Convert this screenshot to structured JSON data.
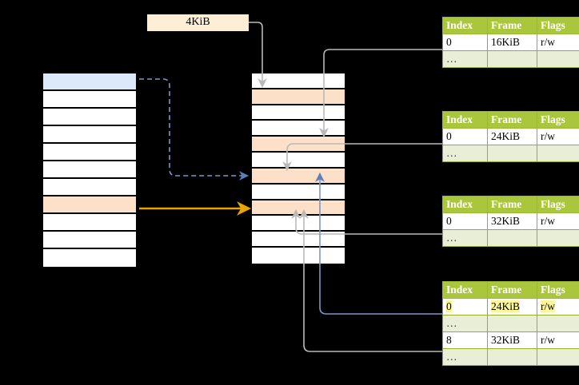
{
  "size_label": {
    "text": "4KiB"
  },
  "colors": {
    "table_header_bg": "#aac63c",
    "table_ellipsis_bg": "#e9efd6",
    "highlight_yellow": "#fbf59b",
    "row_blue": "#dce9fb",
    "row_peach": "#fde0c8",
    "arrow_blue": "#5b7fb9",
    "arrow_orange": "#e8a400",
    "arrow_gray": "#b3b3b3",
    "background": "#000000"
  },
  "virtual_column": {
    "name": "virtual-address-space",
    "rows": [
      {
        "fill": "blue"
      },
      {
        "fill": "white"
      },
      {
        "fill": "white"
      },
      {
        "fill": "white"
      },
      {
        "fill": "white"
      },
      {
        "fill": "white"
      },
      {
        "fill": "white"
      },
      {
        "fill": "peach"
      },
      {
        "fill": "white"
      },
      {
        "fill": "white"
      },
      {
        "fill": "white"
      }
    ]
  },
  "physical_column": {
    "name": "physical-memory",
    "rows": [
      {
        "fill": "white"
      },
      {
        "fill": "peach"
      },
      {
        "fill": "white"
      },
      {
        "fill": "white"
      },
      {
        "fill": "peach"
      },
      {
        "fill": "white"
      },
      {
        "fill": "peach"
      },
      {
        "fill": "white"
      },
      {
        "fill": "peach"
      },
      {
        "fill": "white"
      },
      {
        "fill": "white"
      },
      {
        "fill": "white"
      }
    ]
  },
  "tables": [
    {
      "id": "page-table-1",
      "headers": [
        "Index",
        "Frame",
        "Flags"
      ],
      "rows": [
        {
          "type": "data",
          "cells": [
            "0",
            "16KiB",
            "r/w"
          ],
          "highlight": [
            false,
            false,
            false
          ]
        },
        {
          "type": "ellipsis",
          "cells": [
            "…",
            "",
            ""
          ],
          "highlight": [
            false,
            false,
            false
          ]
        }
      ]
    },
    {
      "id": "page-table-2",
      "headers": [
        "Index",
        "Frame",
        "Flags"
      ],
      "rows": [
        {
          "type": "data",
          "cells": [
            "0",
            "24KiB",
            "r/w"
          ],
          "highlight": [
            false,
            false,
            false
          ]
        },
        {
          "type": "ellipsis",
          "cells": [
            "…",
            "",
            ""
          ],
          "highlight": [
            false,
            false,
            false
          ]
        }
      ]
    },
    {
      "id": "page-table-3",
      "headers": [
        "Index",
        "Frame",
        "Flags"
      ],
      "rows": [
        {
          "type": "data",
          "cells": [
            "0",
            "32KiB",
            "r/w"
          ],
          "highlight": [
            false,
            false,
            false
          ]
        },
        {
          "type": "ellipsis",
          "cells": [
            "…",
            "",
            ""
          ],
          "highlight": [
            false,
            false,
            false
          ]
        }
      ]
    },
    {
      "id": "page-table-4",
      "headers": [
        "Index",
        "Frame",
        "Flags"
      ],
      "rows": [
        {
          "type": "data",
          "cells": [
            "0",
            "24KiB",
            "r/w"
          ],
          "highlight": [
            true,
            true,
            true
          ]
        },
        {
          "type": "ellipsis",
          "cells": [
            "…",
            "",
            ""
          ],
          "highlight": [
            false,
            false,
            false
          ]
        },
        {
          "type": "data",
          "cells": [
            "8",
            "32KiB",
            "r/w"
          ],
          "highlight": [
            false,
            false,
            false
          ]
        },
        {
          "type": "ellipsis",
          "cells": [
            "…",
            "",
            ""
          ],
          "highlight": [
            false,
            false,
            false
          ]
        }
      ]
    }
  ]
}
